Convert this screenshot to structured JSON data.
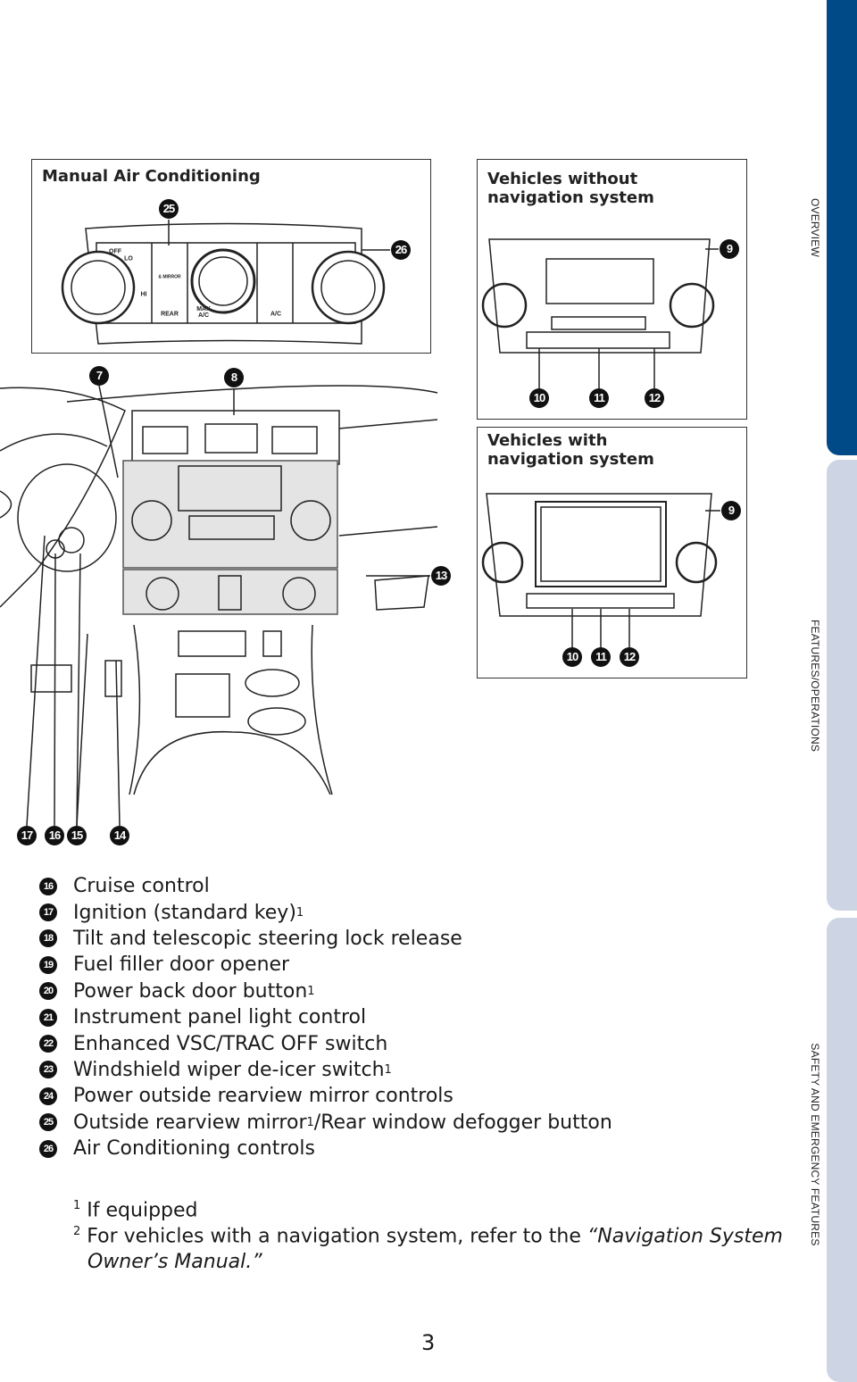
{
  "side_tabs": [
    {
      "label": "OVERVIEW",
      "active": true
    },
    {
      "label": "FEATURES/OPERATIONS",
      "active": false
    },
    {
      "label": "SAFETY AND EMERGENCY FEATURES",
      "active": false
    }
  ],
  "colors": {
    "active_tab": "#004b87",
    "inactive_tab": "#cdd4e4"
  },
  "figures": {
    "manual_ac": {
      "title": "Manual Air Conditioning",
      "labels": [
        "OFF",
        "LO",
        "HI",
        "& MIRROR",
        "REAR",
        "MAX A/C",
        "A/C"
      ],
      "callouts": [
        "25",
        "26"
      ]
    },
    "without_nav": {
      "title_line1": "Vehicles without",
      "title_line2": "navigation system",
      "callouts": [
        "9",
        "10",
        "11",
        "12"
      ]
    },
    "with_nav": {
      "title_line1": "Vehicles with",
      "title_line2": "navigation system",
      "callouts": [
        "9",
        "10",
        "11",
        "12"
      ]
    },
    "dashboard": {
      "callouts": [
        "7",
        "8",
        "13",
        "17",
        "16",
        "15",
        "14"
      ]
    }
  },
  "items": [
    {
      "num": "16",
      "text": "Cruise control",
      "sup": ""
    },
    {
      "num": "17",
      "text": "Ignition (standard key)",
      "sup": "1"
    },
    {
      "num": "18",
      "text": "Tilt and telescopic steering lock release",
      "sup": ""
    },
    {
      "num": "19",
      "text": "Fuel filler door opener",
      "sup": ""
    },
    {
      "num": "20",
      "text": "Power back door button",
      "sup": "1"
    },
    {
      "num": "21",
      "text": "Instrument panel light control",
      "sup": ""
    },
    {
      "num": "22",
      "text": "Enhanced VSC/TRAC OFF switch",
      "sup": ""
    },
    {
      "num": "23",
      "text": "Windshield wiper de-icer switch",
      "sup": "1"
    },
    {
      "num": "24",
      "text": "Power outside rearview mirror controls",
      "sup": ""
    },
    {
      "num": "25",
      "text": "Outside rearview mirror",
      "sup": "1",
      "text_after": "/Rear window defogger button"
    },
    {
      "num": "26",
      "text": "Air Conditioning controls",
      "sup": ""
    }
  ],
  "footnotes": [
    {
      "mark": "1",
      "text": "If equipped"
    },
    {
      "mark": "2",
      "text": "For vehicles with a navigation system, refer to the ",
      "italic": "“Navigation System",
      "italic_line2": "Owner’s Manual.”"
    }
  ],
  "page_number": "3"
}
